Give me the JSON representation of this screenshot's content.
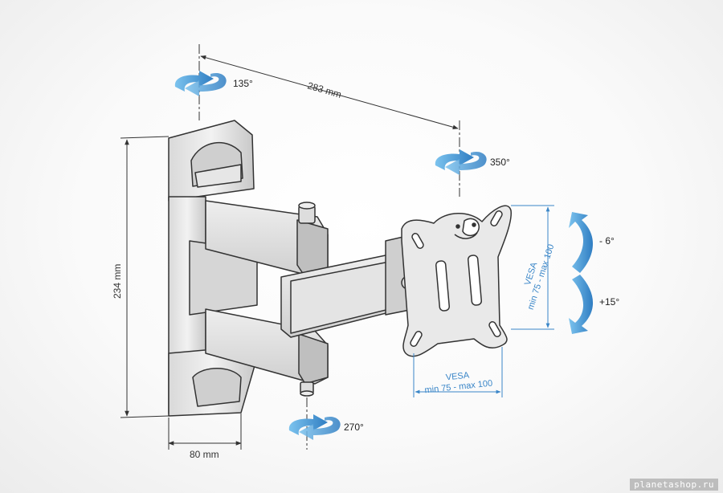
{
  "dimensions": {
    "height": "234 mm",
    "depth": "80 mm",
    "reach": "283 mm"
  },
  "rotations": {
    "top_pivot": "135°",
    "middle_pivot": "350°",
    "bottom_pivot": "270°",
    "tilt_up": "- 6°",
    "tilt_down": "+15°"
  },
  "vesa": {
    "label": "VESA",
    "range": "min 75 - max 100"
  },
  "watermark": "planetashop.ru",
  "colors": {
    "accent": "#3a86c8",
    "line": "#333333"
  }
}
